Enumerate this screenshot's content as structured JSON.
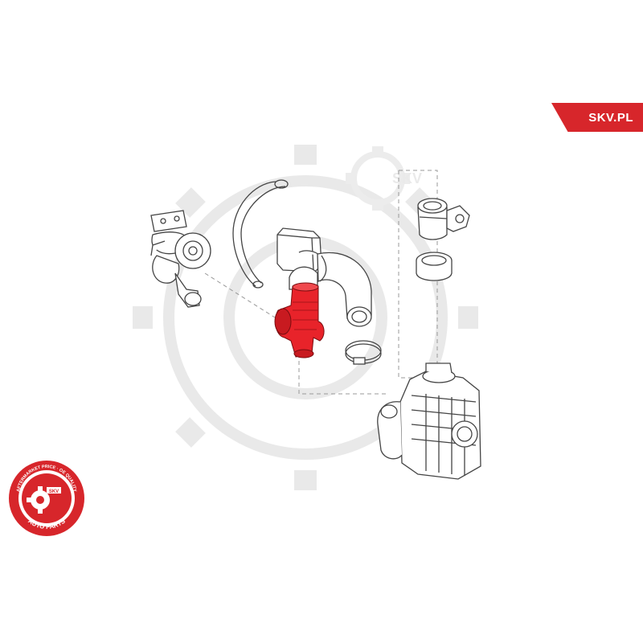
{
  "brand": {
    "website_label": "SKV.PL",
    "accent_color": "#d7262b"
  },
  "logo": {
    "ring_text_top": "AFTERMARKET PRICE · OE QUALITY",
    "ring_text_bottom": "AUTO PARTS",
    "center_label": "SKV",
    "icon": "gear-icon"
  },
  "watermark": {
    "text": "SKV",
    "icon": "gear-icon"
  },
  "diagram": {
    "highlight_color": "#e8232a",
    "highlighted_part": "intake-pipe",
    "parts": [
      "turbocharger",
      "breather-hose",
      "resonator",
      "intake-hose",
      "hose-clamp",
      "flange-connector",
      "seal-ring",
      "throttle-body"
    ]
  }
}
